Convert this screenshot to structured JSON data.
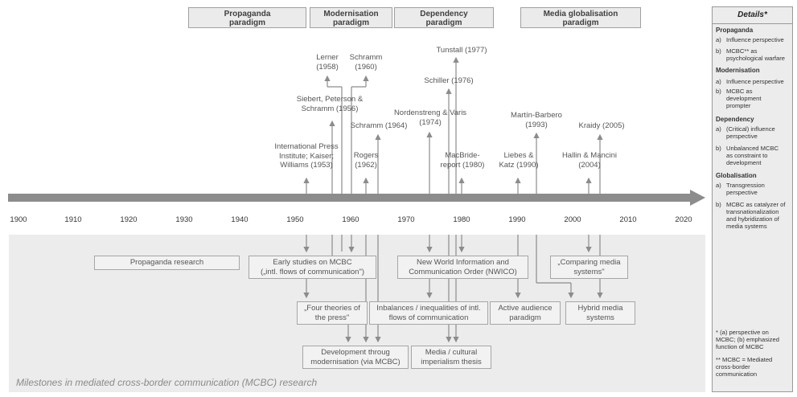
{
  "paradigms": [
    {
      "label": "Propaganda\nparadigm"
    },
    {
      "label": "Modernisation\nparadigm"
    },
    {
      "label": "Dependency\nparadigm"
    },
    {
      "label": "Media globalisation\nparadigm"
    }
  ],
  "milestones": [
    {
      "text": "Lerner\n(1958)"
    },
    {
      "text": "Schramm\n(1960)"
    },
    {
      "text": "Tunstall (1977)"
    },
    {
      "text": "Schiller (1976)"
    },
    {
      "text": "Siebert, Peterson &\nSchramm (1956)"
    },
    {
      "text": "Nordenstreng & Varis\n(1974)"
    },
    {
      "text": "Martín-Barbero\n(1993)"
    },
    {
      "text": "Schramm (1964)"
    },
    {
      "text": "Kraidy (2005)"
    },
    {
      "text": "International Press\nInstitute; Kaiser;\nWilliams (1953)"
    },
    {
      "text": "Rogers\n(1962)"
    },
    {
      "text": "MacBride-\nreport (1980)"
    },
    {
      "text": "Liebes &\nKatz (1990)"
    },
    {
      "text": "Hallin & Mancini\n(2004)"
    }
  ],
  "timeline": {
    "years": [
      "1900",
      "1910",
      "1920",
      "1930",
      "1940",
      "1950",
      "1960",
      "1970",
      "1980",
      "1990",
      "2000",
      "2010",
      "2020"
    ]
  },
  "research_boxes": [
    {
      "text": "Propaganda research"
    },
    {
      "text": "Early studies on MCBC\n(„intl. flows of communication\")"
    },
    {
      "text": "New World Information and\nCommunication Order (NWICO)"
    },
    {
      "text": "„Comparing media\nsystems\""
    },
    {
      "text": "„Four theories of\nthe press\""
    },
    {
      "text": "Inbalances / inequalities of intl.\nflows of communication"
    },
    {
      "text": "Active audience\nparadigm"
    },
    {
      "text": "Hybrid media\nsystems"
    },
    {
      "text": "Development throug\nmodernisation (via MCBC)"
    },
    {
      "text": "Media / cultural\nimperialism thesis"
    }
  ],
  "caption": "Milestones in mediated cross-border communication (MCBC) research",
  "details": {
    "title": "Details*",
    "sections": [
      {
        "heading": "Propaganda",
        "items": [
          {
            "label": "a)",
            "text": "Influence perspective"
          },
          {
            "label": "b)",
            "text": "MCBC** as\npsychological warfare"
          }
        ]
      },
      {
        "heading": "Modernisation",
        "items": [
          {
            "label": "a)",
            "text": "Influence perspective"
          },
          {
            "label": "b)",
            "text": "MCBC as\ndevelopment\nprompter"
          }
        ]
      },
      {
        "heading": "Dependency",
        "items": [
          {
            "label": "a)",
            "text": "(Critical) influence\nperspective"
          },
          {
            "label": "b)",
            "text": "Unbalanced MCBC\nas constraint to\ndevelopment"
          }
        ]
      },
      {
        "heading": "Globalisation",
        "items": [
          {
            "label": "a)",
            "text": "Transgression\nperspective"
          },
          {
            "label": "b)",
            "text": "MCBC as catalyzer of\ntransnationalization\nand hybridization of\nmedia systems"
          }
        ]
      }
    ],
    "footnote1": "* (a) perspective on\nMCBC; (b) emphasized\nfunction of MCBC",
    "footnote2": "** MCBC = Mediated\ncross-border\ncommunication"
  },
  "colors": {
    "timeline_arrow": "#8c8c8c",
    "connector": "#8c8c8c",
    "box_fill": "#f2f2f2",
    "lower_panel": "#ececec",
    "paradigm_fill": "#ebebeb"
  }
}
